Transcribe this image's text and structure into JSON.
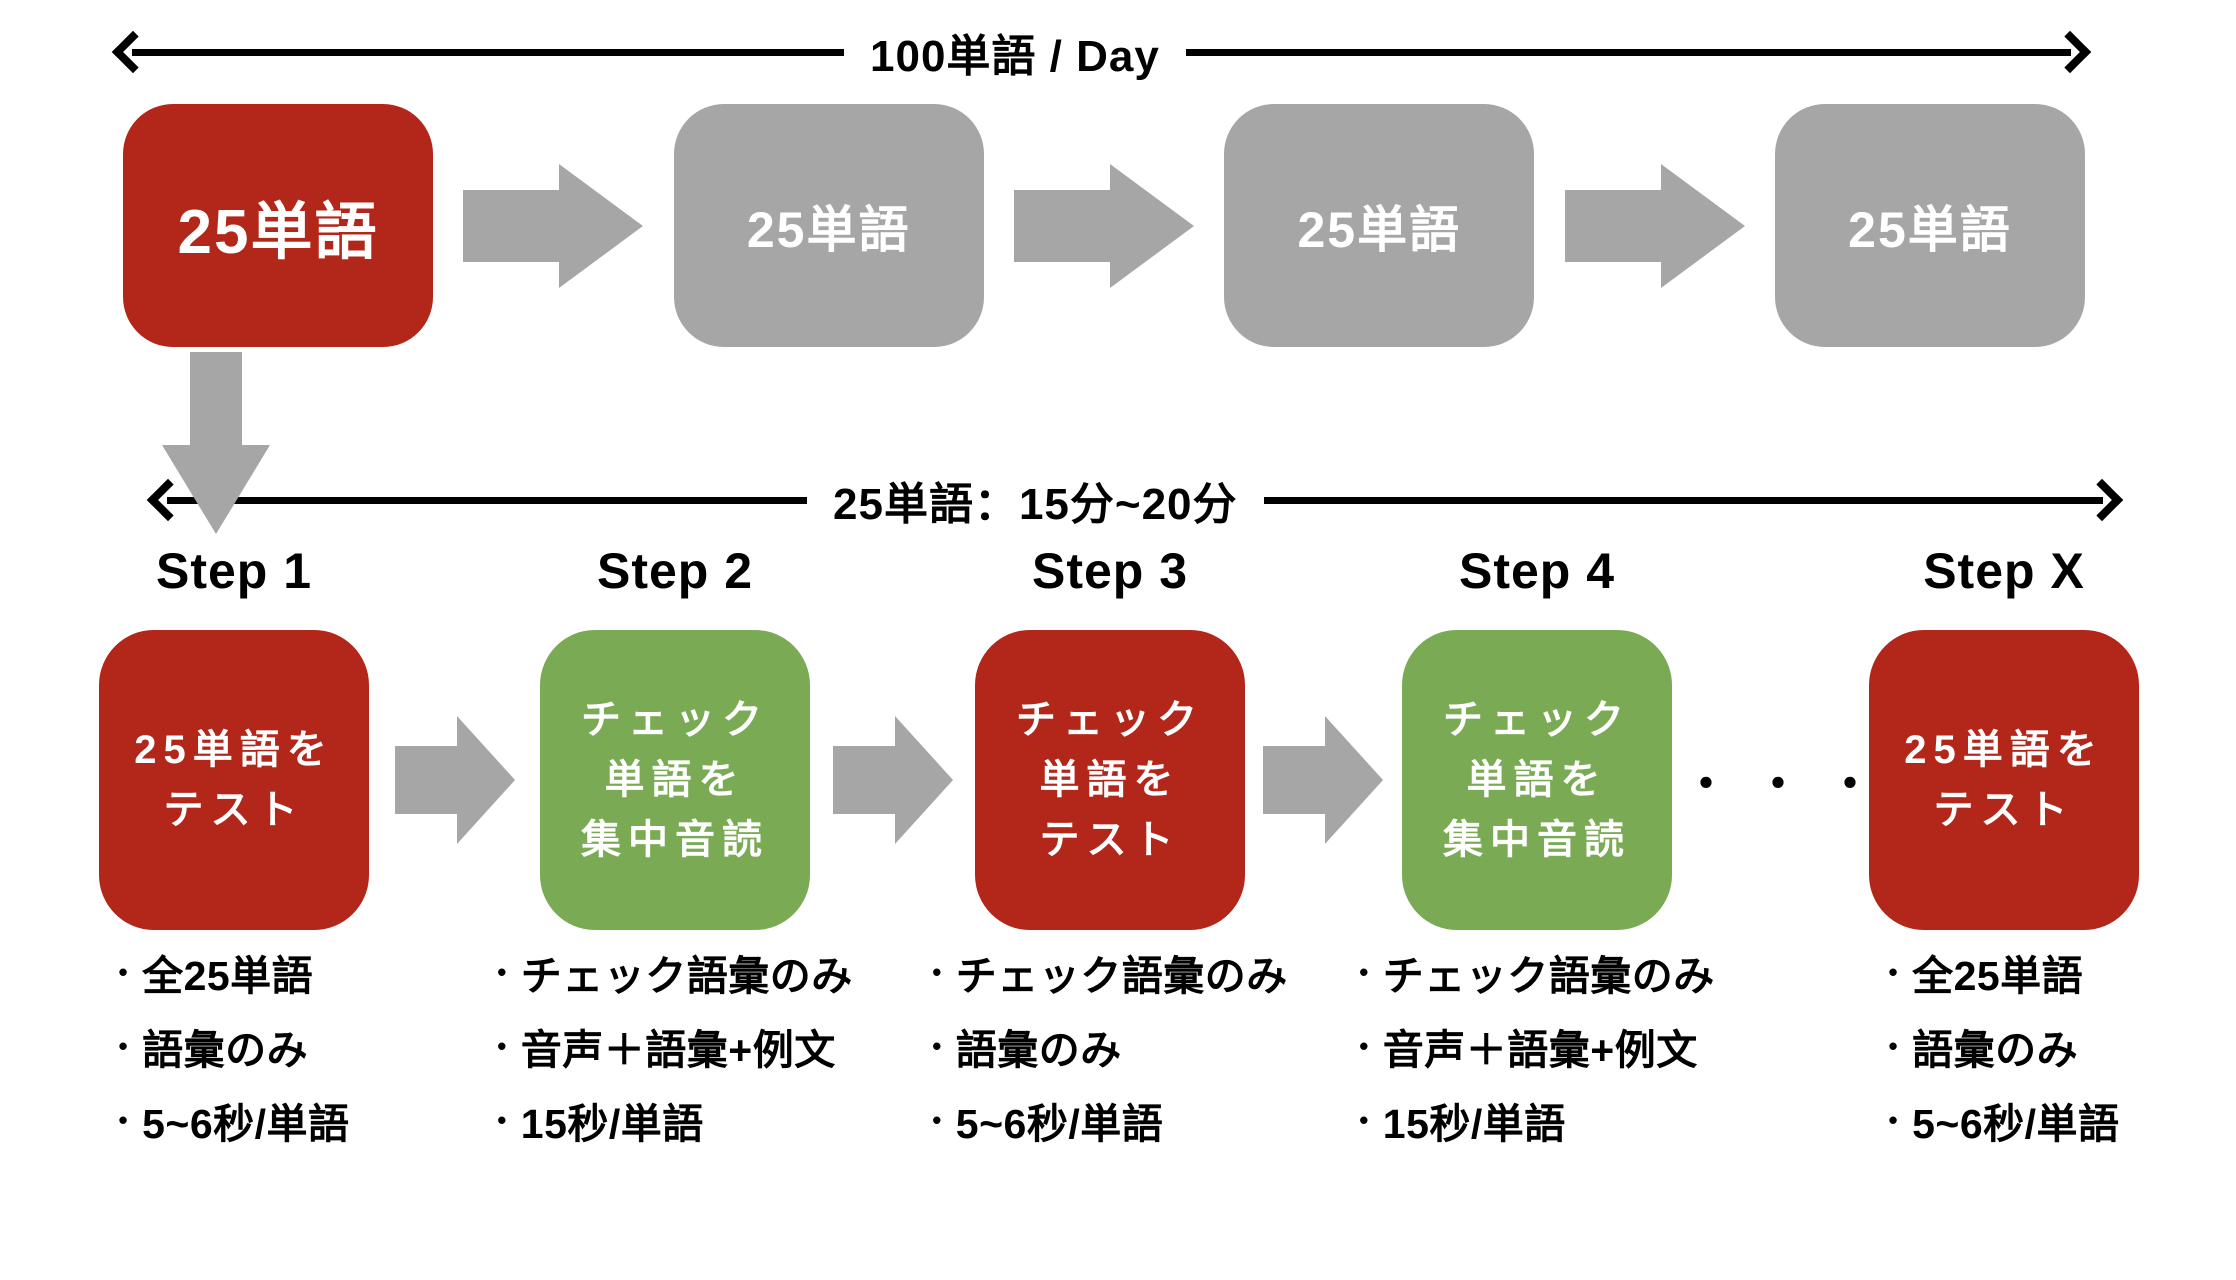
{
  "ui": {
    "bullet_char": "•",
    "dots": "・・・"
  },
  "colors": {
    "red": "#b3261a",
    "green": "#7aab54",
    "gray": "#a6a6a6",
    "line": "#000000"
  },
  "top_flow": {
    "label": "100単語 / Day",
    "boxes": [
      {
        "label": "25単語",
        "color": "red"
      },
      {
        "label": "25単語",
        "color": "gray"
      },
      {
        "label": "25単語",
        "color": "gray"
      },
      {
        "label": "25単語",
        "color": "gray"
      }
    ]
  },
  "step_flow": {
    "label": "25単語：15分~20分",
    "steps": [
      {
        "name": "Step 1",
        "box_text": "25単語を\nテスト",
        "color": "red",
        "bullets": [
          "全25単語",
          "語彙のみ",
          "5~6秒/単語"
        ]
      },
      {
        "name": "Step 2",
        "box_text": "チェック\n単語を\n集中音読",
        "color": "green",
        "bullets": [
          "チェック語彙のみ",
          "音声＋語彙+例文",
          "15秒/単語"
        ]
      },
      {
        "name": "Step 3",
        "box_text": "チェック\n単語を\nテスト",
        "color": "red",
        "bullets": [
          "チェック語彙のみ",
          "語彙のみ",
          "5~6秒/単語"
        ]
      },
      {
        "name": "Step 4",
        "box_text": "チェック\n単語を\n集中音読",
        "color": "green",
        "bullets": [
          "チェック語彙のみ",
          "音声＋語彙+例文",
          "15秒/単語"
        ]
      },
      {
        "name": "Step X",
        "box_text": "25単語を\nテスト",
        "color": "red",
        "bullets": [
          "全25単語",
          "語彙のみ",
          "5~6秒/単語"
        ]
      }
    ]
  }
}
